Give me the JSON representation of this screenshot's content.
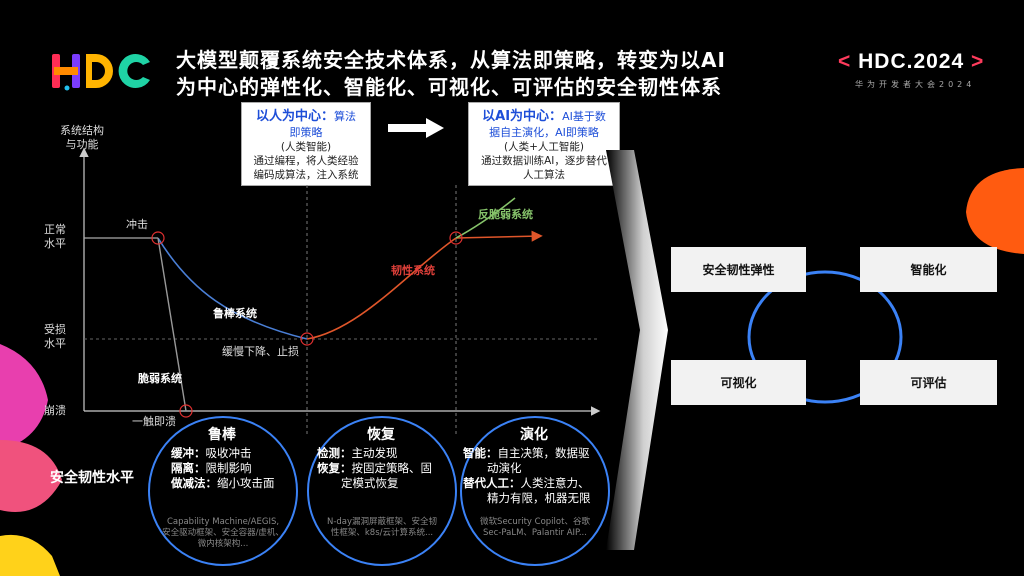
{
  "header": {
    "title_line1": "大模型颠覆系统安全技术体系，从算法即策略，转变为以AI",
    "title_line2": "为中心的弹性化、智能化、可视化、可评估的安全韧性体系",
    "event_lt": "<",
    "event_name": "HDC.2024",
    "event_gt": ">",
    "event_sub": "华为开发者大会2024"
  },
  "logo": {
    "name": "HDC",
    "icon": "hdc-logo-icon"
  },
  "callout_left": {
    "head": "以人为中心：",
    "head_tail": "算法",
    "head_line2": "即策略",
    "tag": "(人类智能)",
    "desc_line1": "通过编程，将人类经验",
    "desc_line2": "编码成算法，注入系统"
  },
  "callout_right": {
    "head": "以AI为中心：",
    "head_tail": "AI基于数",
    "head_line2": "据自主演化，AI即策略",
    "tag": "(人类+人工智能)",
    "desc_line1": "通过数据训练AI，逐步替代",
    "desc_line2": "人工算法"
  },
  "chart": {
    "y_axis_title_line1": "系统结构",
    "y_axis_title_line2": "与功能",
    "level_normal_line1": "正常",
    "level_normal_line2": "水平",
    "level_damaged_line1": "受损",
    "level_damaged_line2": "水平",
    "level_collapse": "崩溃",
    "impact_label": "冲击",
    "collapse_label": "一触即溃",
    "robust_system": "鲁棒系统",
    "slow_drop": "缓慢下降、止损",
    "fragile_system": "脆弱系统",
    "resilient_system": "韧性系统",
    "antifragile_system": "反脆弱系统",
    "colors": {
      "axis": "#cccccc",
      "robust": "#4a7fd6",
      "resilient": "#e0562a",
      "antifragile": "#86c36a",
      "fragile": "#999999",
      "marker": "#e03030"
    }
  },
  "resilience_label": "安全韧性水平",
  "circles": [
    {
      "title": "鲁棒",
      "lines": [
        {
          "k": "缓冲：",
          "v": "吸收冲击"
        },
        {
          "k": "隔离：",
          "v": "限制影响"
        },
        {
          "k": "做减法：",
          "v": "缩小攻击面"
        }
      ],
      "examples": [
        "Capability Machine/AEGIS,",
        "安全驱动框架、安全容器/虚机、",
        "微内核架构..."
      ]
    },
    {
      "title": "恢复",
      "lines": [
        {
          "k": "检测：",
          "v": "主动发现"
        },
        {
          "k": "恢复：",
          "v": "按固定策略、固"
        },
        {
          "k": "",
          "v": "定模式恢复"
        }
      ],
      "examples": [
        "N-day漏洞屏蔽框架、安全韧",
        "性框架、k8s/云计算系统..."
      ]
    },
    {
      "title": "演化",
      "lines": [
        {
          "k": "智能：",
          "v": "自主决策，数据驱"
        },
        {
          "k": "",
          "v": "动演化"
        },
        {
          "k": "替代人工：",
          "v": "人类注意力、"
        },
        {
          "k": "",
          "v": "精力有限，机器无限"
        }
      ],
      "examples": [
        "微软Security Copilot、谷歌",
        "Sec-PaLM、Palantir AIP..."
      ]
    }
  ],
  "cycle": {
    "top_left": "安全韧性弹性",
    "top_right": "智能化",
    "bottom_left": "可视化",
    "bottom_right": "可评估"
  }
}
